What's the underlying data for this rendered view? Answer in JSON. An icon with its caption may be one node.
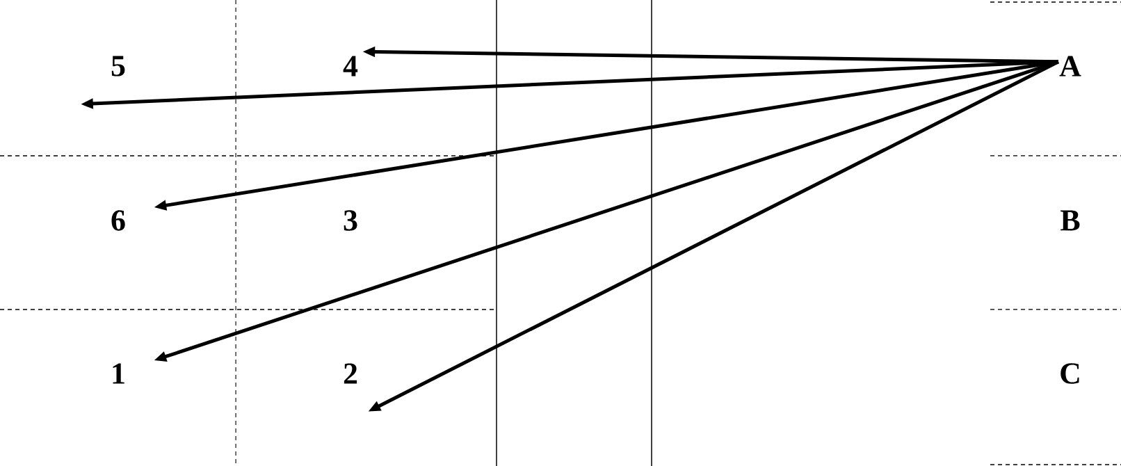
{
  "diagram": {
    "nodes": [
      {
        "text": [
          "5"
        ]
      },
      {
        "text": [
          "4"
        ]
      },
      {
        "text": [
          "A"
        ]
      },
      {
        "text": [
          "6"
        ]
      },
      {
        "text": [
          "1"
        ]
      },
      {
        "text": [
          "2"
        ]
      }
    ],
    "edges": [
      {
        "from": 2,
        "to": 1,
        "arrow": "to"
      },
      {
        "from": 2,
        "to": 0,
        "arrow": "to"
      },
      {
        "from": 2,
        "to": 3,
        "arrow": "to"
      },
      {
        "from": 2,
        "to": 4,
        "arrow": "to"
      },
      {
        "from": 2,
        "to": 5,
        "arrow": "to"
      }
    ],
    "labels": [
      "3",
      "B",
      "C"
    ]
  }
}
